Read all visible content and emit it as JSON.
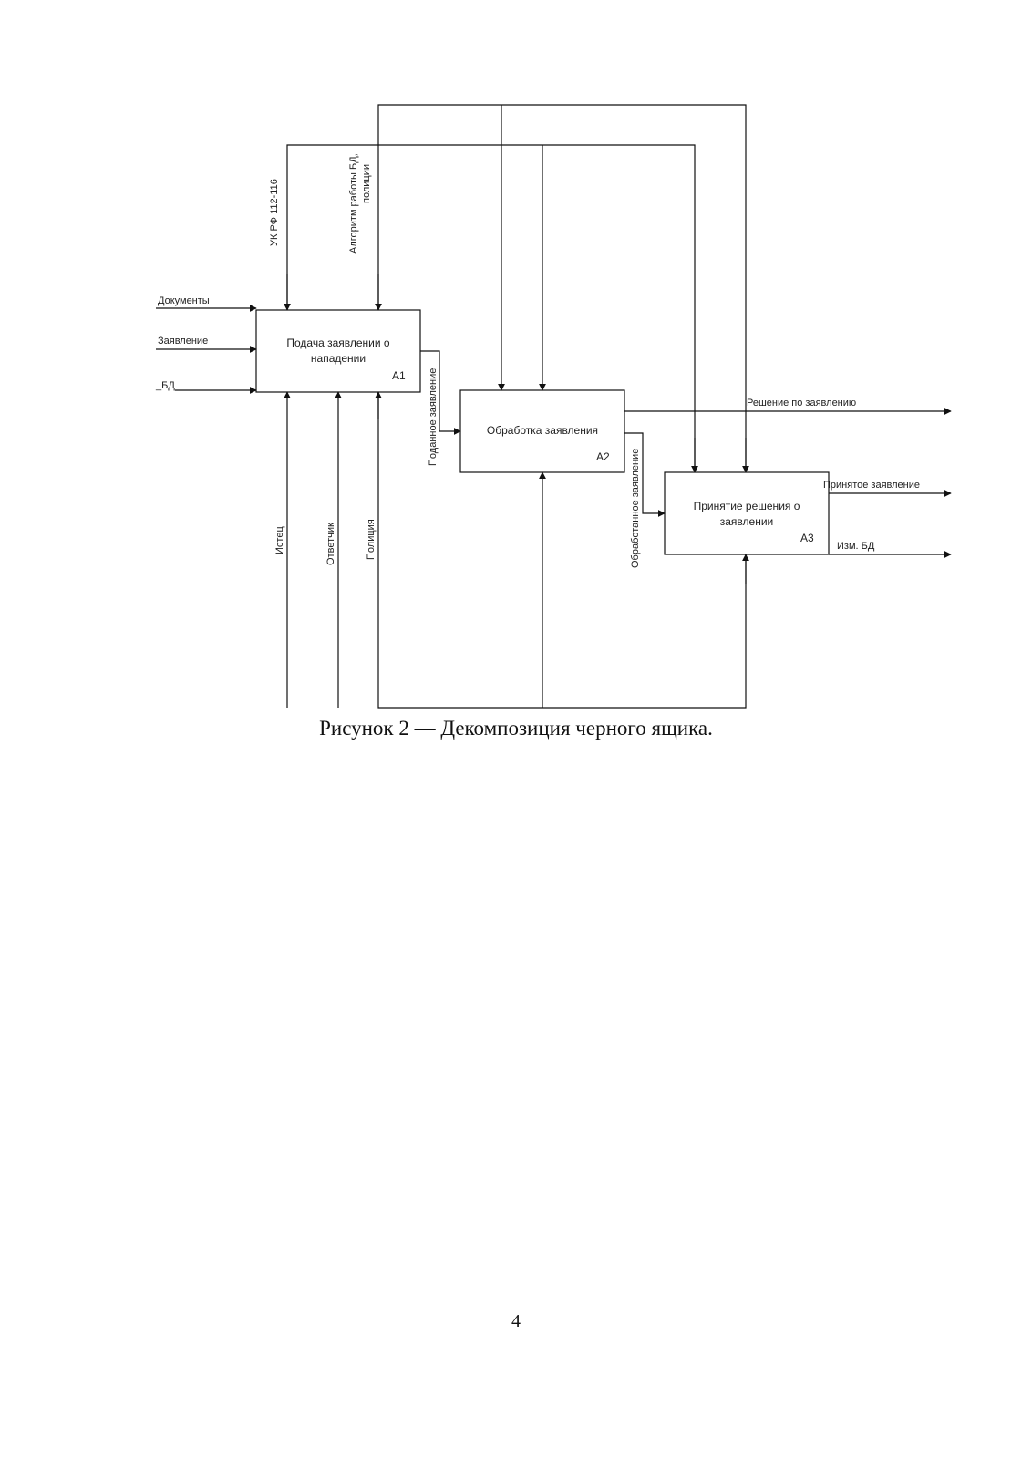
{
  "diagram": {
    "blocks": [
      {
        "id": "a1",
        "line1": "Подача заявлении о",
        "line2": "нападении",
        "code": "A1"
      },
      {
        "id": "a2",
        "line1": "Обработка заявления",
        "line2": "",
        "code": "A2"
      },
      {
        "id": "a3",
        "line1": "Принятие решения о",
        "line2": "заявлении",
        "code": "A3"
      }
    ],
    "arrows": {
      "inputs": {
        "documents": "Документы",
        "statement": "Заявление",
        "db": "_БД"
      },
      "controls": {
        "uk_rf": "УК РФ 112-116",
        "algo_line1": "Алгоритм работы БД,",
        "algo_line2": "полиции"
      },
      "mechanisms": {
        "plaintiff": "Истец",
        "defendant": "Ответчик",
        "police": "Полиция"
      },
      "links": {
        "submitted": "Поданное заявление",
        "processed": "Обработанное заявление"
      },
      "outputs": {
        "decision": "Решение по заявлению",
        "accepted": "Принятое заявление",
        "db_change": "Изм. БД"
      }
    }
  },
  "caption": "Рисунок 2 — Декомпозиция черного ящика.",
  "page_number": "4"
}
